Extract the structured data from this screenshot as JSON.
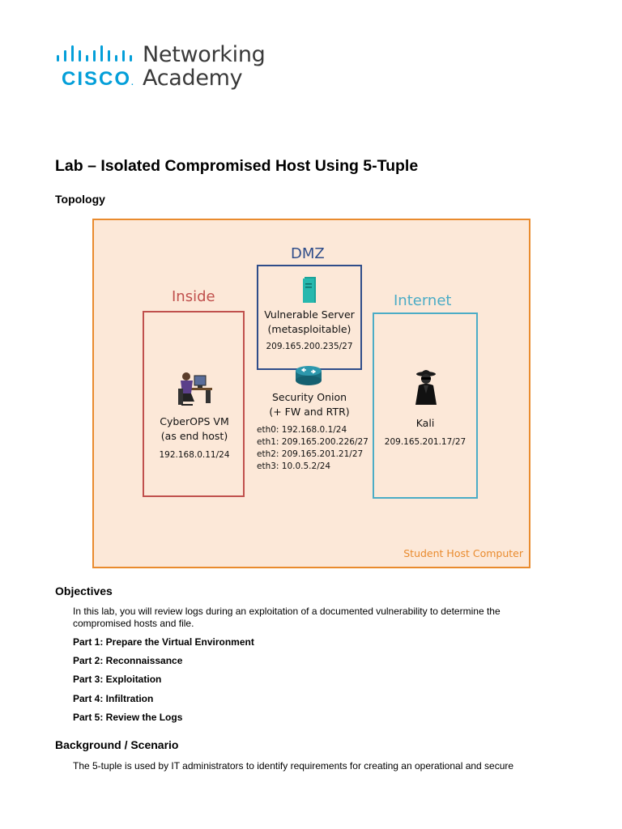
{
  "logo": {
    "brand": "CISCO",
    "brand_dot": ".",
    "line1": "Networking",
    "line2": "Academy",
    "brand_color": "#049fd9"
  },
  "title": "Lab – Isolated Compromised Host Using 5-Tuple",
  "topology": {
    "heading": "Topology",
    "zones": {
      "inside": {
        "label": "Inside",
        "color": "#c0504d"
      },
      "dmz": {
        "label": "DMZ",
        "color": "#2f4d8a"
      },
      "internet": {
        "label": "Internet",
        "color": "#4bacc6"
      }
    },
    "devices": {
      "cyberops": {
        "name_line1": "CyberOPS VM",
        "name_line2": "(as end host)",
        "ip": "192.168.0.11/24",
        "icon": "user-at-workstation-icon"
      },
      "server": {
        "name_line1": "Vulnerable Server",
        "name_line2": "(metasploitable)",
        "ip": "209.165.200.235/27",
        "icon": "server-icon"
      },
      "security_onion": {
        "name_line1": "Security Onion",
        "name_line2": "(+ FW and RTR)",
        "interfaces": [
          "eth0: 192.168.0.1/24",
          "eth1: 209.165.200.226/27",
          "eth2: 209.165.201.21/27",
          "eth3: 10.0.5.2/24"
        ],
        "icon": "router-icon"
      },
      "kali": {
        "name": "Kali",
        "ip": "209.165.201.17/27",
        "icon": "hacker-spy-icon"
      }
    },
    "footer": "Student Host Computer",
    "border_color": "#e98b2e",
    "background_color": "#fce8d8"
  },
  "objectives": {
    "heading": "Objectives",
    "intro": "In this lab, you will review logs during an exploitation of a documented vulnerability to determine the compromised hosts and file.",
    "parts": [
      "Part 1: Prepare the Virtual Environment",
      "Part 2: Reconnaissance",
      "Part 3: Exploitation",
      "Part 4: Infiltration",
      "Part 5: Review the Logs"
    ]
  },
  "background": {
    "heading": "Background / Scenario",
    "text": "The 5-tuple is used by IT administrators to identify requirements for creating an operational and secure"
  }
}
